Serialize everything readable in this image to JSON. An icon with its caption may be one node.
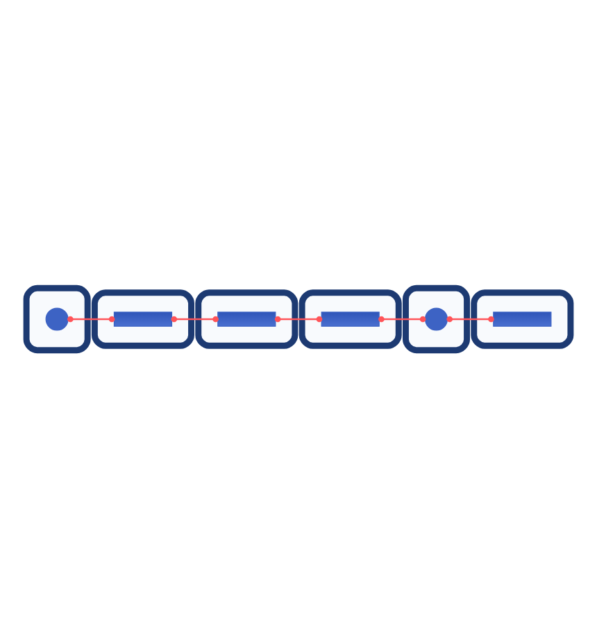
{
  "diagram": {
    "nodes": [
      {
        "text": [],
        "shape": "phone"
      },
      {
        "text": [],
        "shape": "circle",
        "in": 0
      },
      {
        "text": [],
        "shape": "phone"
      },
      {
        "text": [],
        "shape": "bar",
        "in": 2
      },
      {
        "text": [],
        "shape": "phone"
      },
      {
        "text": [],
        "shape": "bar",
        "in": 4
      },
      {
        "text": [],
        "shape": "phone"
      },
      {
        "text": [],
        "shape": "bar",
        "in": 6
      },
      {
        "text": [],
        "shape": "phone"
      },
      {
        "text": [],
        "shape": "circle",
        "in": 8
      },
      {
        "text": [],
        "shape": "phone"
      },
      {
        "text": [],
        "shape": "bar",
        "in": 10
      }
    ],
    "edges": [
      {
        "from": 1,
        "to": 3,
        "arrow": "other"
      },
      {
        "from": 3,
        "to": 5,
        "arrow": "other"
      },
      {
        "from": 5,
        "to": 11,
        "arrow": "other"
      },
      {
        "from": 11,
        "to": 9,
        "arrow": "other"
      },
      {
        "from": 9,
        "to": 7,
        "arrow": "other"
      }
    ]
  }
}
